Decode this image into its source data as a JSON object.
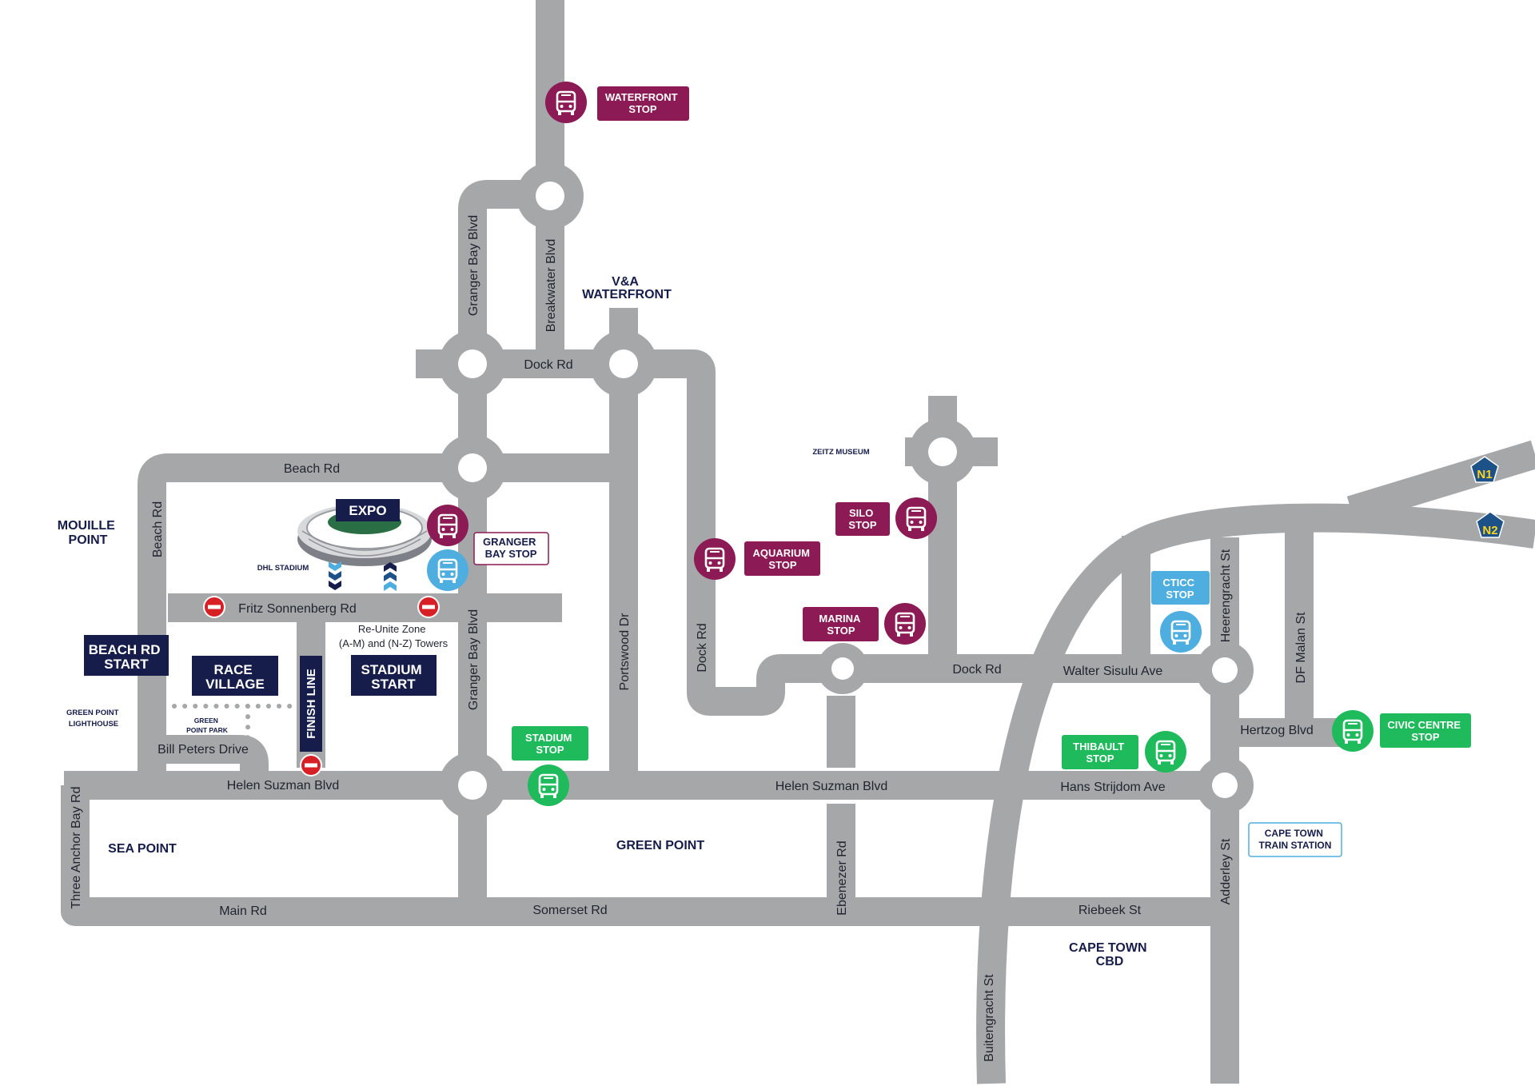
{
  "colors": {
    "road": "#a6a7a9",
    "navy": "#161d4a",
    "purple": "#8c1a55",
    "light_blue": "#4eaee0",
    "green": "#1fba5b",
    "no_entry": "#d71f26",
    "highway": "#1d5288",
    "highway_text": "#ffd21f"
  },
  "streets": {
    "granger_bay_blvd": "Granger Bay Blvd",
    "breakwater_blvd": "Breakwater Blvd",
    "dock_rd": "Dock Rd",
    "beach_rd": "Beach Rd",
    "fritz_sonnenberg_rd": "Fritz Sonnenberg Rd",
    "portswood_dr": "Portswood Dr",
    "helen_suzman_blvd": "Helen Suzman Blvd",
    "hans_strijdom_ave": "Hans Strijdom Ave",
    "walter_sisulu_ave": "Walter Sisulu Ave",
    "heerengracht_st": "Heerengracht St",
    "df_malan_st": "DF Malan St",
    "hertzog_blvd": "Hertzog Blvd",
    "adderley_st": "Adderley St",
    "buitengracht_st": "Buitengracht St",
    "ebenezer_rd": "Ebenezer Rd",
    "riebeek_st": "Riebeek St",
    "somerset_rd": "Somerset Rd",
    "main_rd": "Main Rd",
    "three_anchor_bay_rd": "Three Anchor Bay Rd",
    "bill_peters_drive": "Bill Peters Drive"
  },
  "areas": {
    "va_waterfront": [
      "V&A",
      "WATERFRONT"
    ],
    "mouille_point": [
      "MOUILLE",
      "POINT"
    ],
    "sea_point": "SEA POINT",
    "green_point": "GREEN POINT",
    "cape_town_cbd": [
      "CAPE TOWN",
      "CBD"
    ],
    "zeitz_museum": "ZEITZ MUSEUM",
    "dhl_stadium": "DHL STADIUM",
    "green_point_lighthouse": [
      "GREEN POINT",
      "LIGHTHOUSE"
    ],
    "green_point_park": [
      "GREEN",
      "POINT PARK"
    ],
    "reunite_zone": [
      "Re-Unite Zone",
      "(A-M) and (N-Z) Towers"
    ]
  },
  "venues": {
    "expo": "EXPO",
    "beach_rd_start": [
      "BEACH RD",
      "START"
    ],
    "race_village": [
      "RACE",
      "VILLAGE"
    ],
    "stadium_start": [
      "STADIUM",
      "START"
    ],
    "finish_line": "FINISH LINE"
  },
  "stops": {
    "waterfront": [
      "WATERFRONT",
      "STOP"
    ],
    "granger_bay": [
      "GRANGER",
      "BAY STOP"
    ],
    "aquarium": [
      "AQUARIUM",
      "STOP"
    ],
    "silo": [
      "SILO",
      "STOP"
    ],
    "marina": [
      "MARINA",
      "STOP"
    ],
    "cticc": [
      "CTICC",
      "STOP"
    ],
    "stadium": [
      "STADIUM",
      "STOP"
    ],
    "thibault": [
      "THIBAULT",
      "STOP"
    ],
    "civic_centre": [
      "CIVIC CENTRE",
      "STOP"
    ],
    "cape_town_train_station": [
      "CAPE TOWN",
      "TRAIN STATION"
    ]
  },
  "highways": {
    "n1": "N1",
    "n2": "N2"
  },
  "icons": [
    "bus-icon",
    "no-entry-icon",
    "stadium-icon",
    "chevron-down-icon",
    "chevron-up-icon",
    "highway-shield-icon"
  ]
}
